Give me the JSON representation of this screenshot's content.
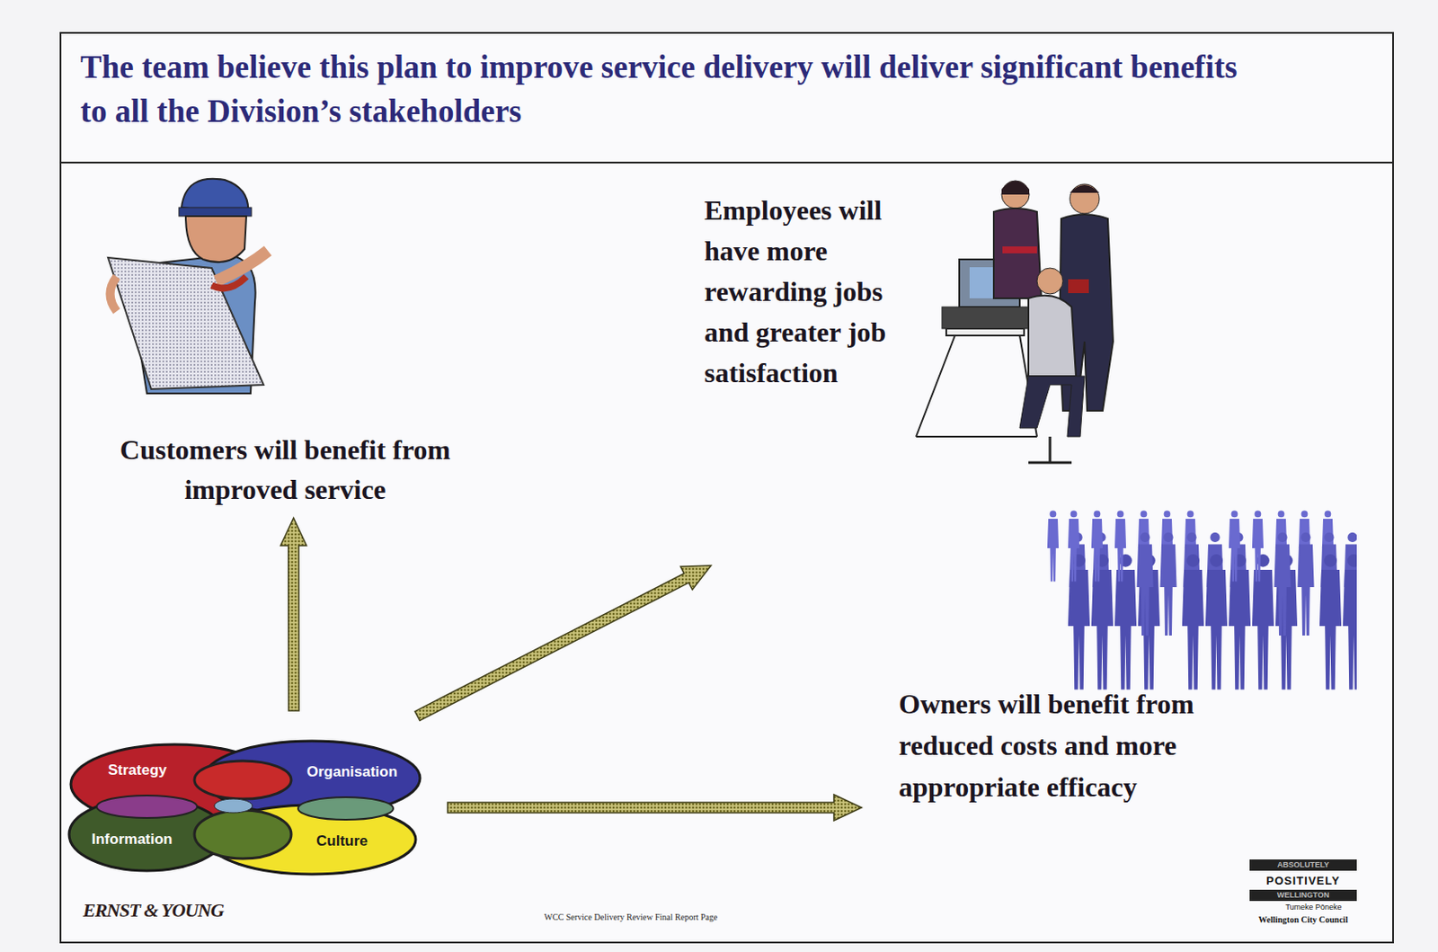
{
  "diagram": {
    "title": "The team believe this plan to improve service delivery will deliver significant benefits to all the Division’s stakeholders",
    "nodes": [
      {
        "text": [
          "Customers will benefit from improved service"
        ]
      },
      {
        "text": [
          "Employees will have more rewarding jobs and greater job satisfaction"
        ]
      },
      {
        "text": [
          "Owners will benefit from reduced costs and more appropriate efficacy"
        ]
      },
      {
        "text": [
          "Strategy"
        ]
      },
      {
        "text": [
          "Organisation"
        ]
      },
      {
        "text": [
          "Information"
        ]
      },
      {
        "text": [
          "Culture"
        ]
      }
    ],
    "edges": [
      {
        "from": 3,
        "to": 0,
        "arrow": "to"
      },
      {
        "from": 4,
        "to": 1,
        "arrow": "to"
      },
      {
        "from": 6,
        "to": 2,
        "arrow": "to"
      }
    ],
    "labels": [
      "ERNST & YOUNG",
      "WCC Service Delivery Review Final Report Page",
      "ABSOLUTELY",
      "POSITIVELY",
      "WELLINGTON",
      "Tumeke Pōneke",
      "Wellington City Council"
    ]
  }
}
